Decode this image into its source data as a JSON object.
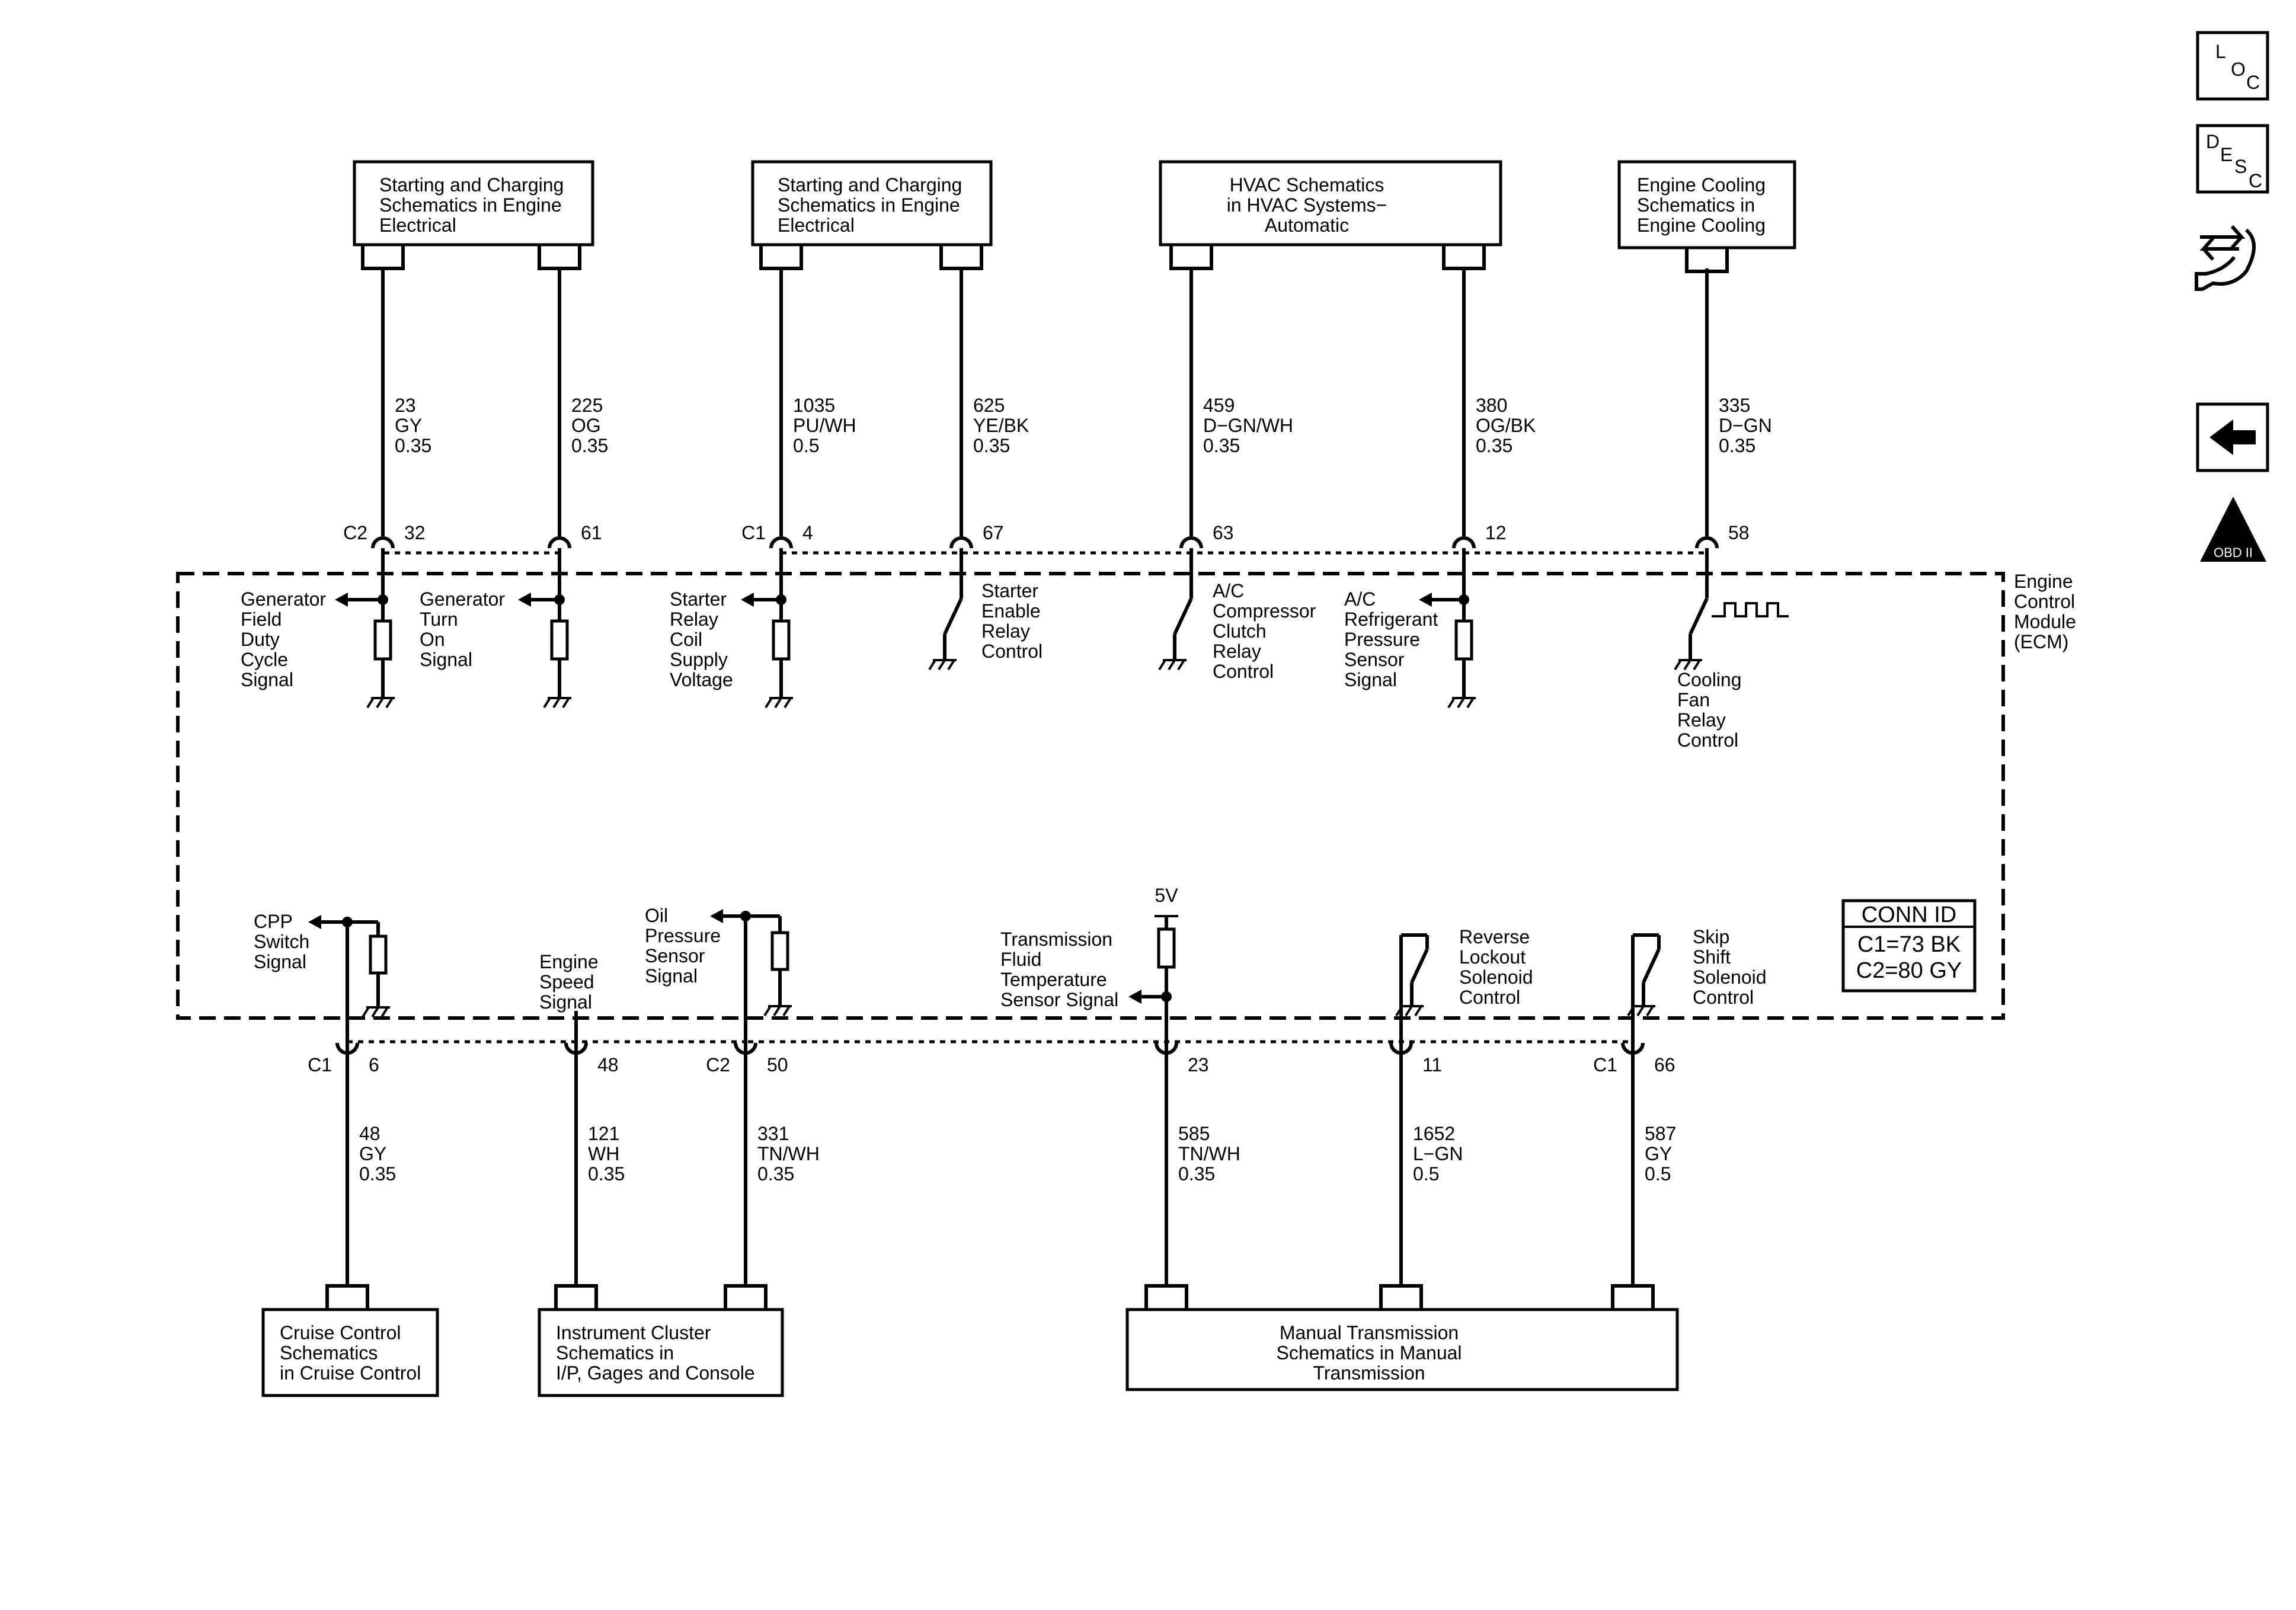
{
  "module": {
    "label": [
      "Engine",
      "Control",
      "Module",
      "(ECM)"
    ]
  },
  "conn_id": {
    "title": "CONN ID",
    "c1": "C1=73 BK",
    "c2": "C2=80 GY"
  },
  "top_boxes": [
    {
      "lines": [
        "Starting and Charging",
        "Schematics in Engine",
        "Electrical"
      ]
    },
    {
      "lines": [
        "Starting and Charging",
        "Schematics in Engine",
        "Electrical"
      ]
    },
    {
      "lines": [
        "HVAC Schematics",
        "in HVAC Systems−",
        "Automatic"
      ]
    },
    {
      "lines": [
        "Engine Cooling",
        "Schematics in",
        "Engine Cooling"
      ]
    }
  ],
  "bottom_boxes": [
    {
      "lines": [
        "Cruise Control",
        "Schematics",
        "in Cruise Control"
      ]
    },
    {
      "lines": [
        "Instrument Cluster",
        "Schematics in",
        "I/P, Gages and Console"
      ]
    },
    {
      "lines": [
        "Manual Transmission",
        "Schematics in Manual",
        "Transmission"
      ]
    }
  ],
  "top_circuits": [
    {
      "circuit": "23",
      "color": "GY",
      "gauge": "0.35",
      "connector": "C2",
      "pin": "32",
      "signal": [
        "Generator",
        "Field",
        "Duty",
        "Cycle",
        "Signal"
      ]
    },
    {
      "circuit": "225",
      "color": "OG",
      "gauge": "0.35",
      "connector": "",
      "pin": "61",
      "signal": [
        "Generator",
        "Turn",
        "On",
        "Signal"
      ]
    },
    {
      "circuit": "1035",
      "color": "PU/WH",
      "gauge": "0.5",
      "connector": "C1",
      "pin": "4",
      "signal": [
        "Starter",
        "Relay",
        "Coil",
        "Supply",
        "Voltage"
      ]
    },
    {
      "circuit": "625",
      "color": "YE/BK",
      "gauge": "0.35",
      "connector": "",
      "pin": "67",
      "signal": [
        "Starter",
        "Enable",
        "Relay",
        "Control"
      ]
    },
    {
      "circuit": "459",
      "color": "D−GN/WH",
      "gauge": "0.35",
      "connector": "",
      "pin": "63",
      "signal": [
        "A/C",
        "Compressor",
        "Clutch",
        "Relay",
        "Control"
      ]
    },
    {
      "circuit": "380",
      "color": "OG/BK",
      "gauge": "0.35",
      "connector": "",
      "pin": "12",
      "signal": [
        "A/C",
        "Refrigerant",
        "Pressure",
        "Sensor",
        "Signal"
      ]
    },
    {
      "circuit": "335",
      "color": "D−GN",
      "gauge": "0.35",
      "connector": "",
      "pin": "58",
      "signal": [
        "Cooling",
        "Fan",
        "Relay",
        "Control"
      ]
    }
  ],
  "bottom_circuits": [
    {
      "circuit": "48",
      "color": "GY",
      "gauge": "0.35",
      "connector": "C1",
      "pin": "6",
      "signal": [
        "CPP",
        "Switch",
        "Signal"
      ]
    },
    {
      "circuit": "121",
      "color": "WH",
      "gauge": "0.35",
      "connector": "",
      "pin": "48",
      "signal": [
        "Engine",
        "Speed",
        "Signal"
      ]
    },
    {
      "circuit": "331",
      "color": "TN/WH",
      "gauge": "0.35",
      "connector": "C2",
      "pin": "50",
      "signal": [
        "Oil",
        "Pressure",
        "Sensor",
        "Signal"
      ]
    },
    {
      "circuit": "585",
      "color": "TN/WH",
      "gauge": "0.35",
      "connector": "",
      "pin": "23",
      "signal": [
        "Transmission",
        "Fluid",
        "Temperature",
        "Sensor Signal"
      ],
      "supply": "5V"
    },
    {
      "circuit": "1652",
      "color": "L−GN",
      "gauge": "0.5",
      "connector": "",
      "pin": "11",
      "signal": [
        "Reverse",
        "Lockout",
        "Solenoid",
        "Control"
      ]
    },
    {
      "circuit": "587",
      "color": "GY",
      "gauge": "0.5",
      "connector": "C1",
      "pin": "66",
      "signal": [
        "Skip",
        "Shift",
        "Solenoid",
        "Control"
      ]
    }
  ],
  "side_icons": [
    {
      "name": "loc-icon",
      "letters": [
        "L",
        "O",
        "C"
      ]
    },
    {
      "name": "desc-icon",
      "letters": [
        "D",
        "E",
        "S",
        "C"
      ]
    },
    {
      "name": "connector-end-view-icon"
    },
    {
      "name": "back-arrow-icon"
    },
    {
      "name": "obd-ii-icon",
      "title": "II",
      "sub": "OBD II"
    }
  ]
}
